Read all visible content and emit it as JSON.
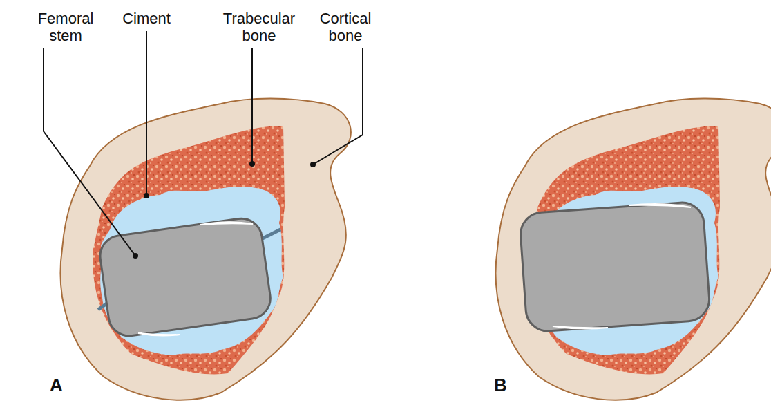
{
  "diagram": {
    "labels": [
      "Femoral stem",
      "Ciment",
      "Trabecular bone",
      "Cortical bone",
      "A",
      "B"
    ]
  }
}
